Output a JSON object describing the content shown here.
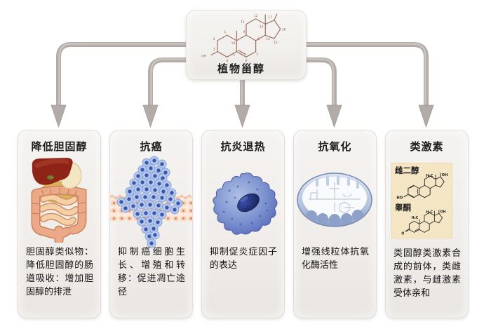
{
  "page": {
    "background": "#ffffff"
  },
  "root_box": {
    "label": "植物甾醇",
    "molecule": {
      "hydroxyl": "OH",
      "atoms": [
        "1",
        "2",
        "3",
        "4",
        "5",
        "6",
        "7",
        "8",
        "9",
        "10",
        "11",
        "12",
        "13",
        "14",
        "15",
        "16",
        "17"
      ]
    }
  },
  "cards": [
    {
      "title": "降低胆固醇",
      "image": "digestive-system-illustration",
      "description": "胆固醇类似物：降低胆固醇的肠道吸收：增加胆固醇的排泄"
    },
    {
      "title": "抗癌",
      "image": "tumor-cell-invasion-illustration",
      "description": "抑制癌细胞生长、增殖和转移：促进凋亡途径"
    },
    {
      "title": "抗炎退热",
      "image": "macrophage-illustration",
      "description": "抑制促炎症因子的表达"
    },
    {
      "title": "抗氧化",
      "image": "mitochondrion-illustration",
      "description": "增强线粒体抗氧化酶活性"
    },
    {
      "title": "类激素",
      "image": "steroid-hormone-structures",
      "description": "类固醇类激素合成的前体，类雌激素，与雌激素受体亲和",
      "structures": {
        "estradiol": {
          "name": "雌二醇",
          "methyl": "H₃C",
          "hydroxyl": "OH",
          "phenol": "HO"
        },
        "testosterone": {
          "name": "睾酮",
          "methyl_c10": "H₃C",
          "methyl_c13": "H₃C",
          "hydroxyl": "OH",
          "ketone": "O"
        }
      }
    }
  ],
  "colors": {
    "arrow": "#b2aba7",
    "card_border": "#e2ded9",
    "molecule_stroke": "#9a6f5d",
    "liver_red": "#8e2418",
    "cell_blue": "#3a57b0",
    "panel_cream": "#f4e6c4"
  }
}
